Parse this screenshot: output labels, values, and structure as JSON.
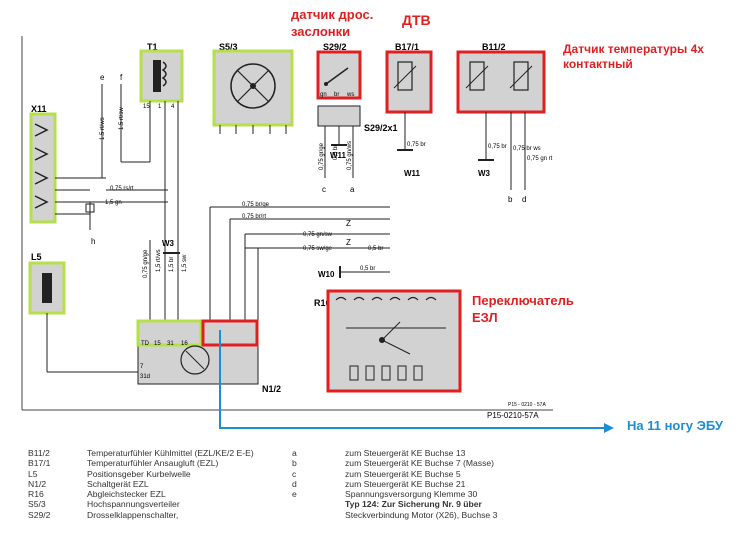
{
  "annotations": {
    "throttle_sensor": "датчик дрос. заслонки",
    "intake_air_sensor": "ДТВ",
    "coolant_sensor": "Датчик температуры 4х контактный",
    "ezl_switch": "Переключатель ЕЗЛ",
    "ecu_pin": "На 11 ногу ЭБУ"
  },
  "components": {
    "T1": "T1",
    "S5_3": "S5/3",
    "S29_2": "S29/2",
    "S29_2x1": "S29/2x1",
    "B17_1": "B17/1",
    "B11_2": "B11/2",
    "X11": "X11",
    "L5": "L5",
    "R16": "R16",
    "N1_2": "N1/2",
    "W3": "W3",
    "W10": "W10",
    "W11": "W11"
  },
  "wire_labels": {
    "rt_ws": "1.5 rt/ws",
    "rt_sw": "1.5 rt/sw",
    "rs_rt": "0,75 rs/rt",
    "gn15": "1,5 gn",
    "br_ge": "0,75 br/ge",
    "br_rt": "0,75 br/rt",
    "gn_sw": "0,75 gn/sw",
    "sw_ge": "0,75 sw/ge",
    "br05": "0,5 br",
    "br05b": "0,5 br",
    "gn_ge": "0,75 gn/ge",
    "rt_ws2": "1,5 rt/ws",
    "br15": "1,5 br",
    "sw15": "1,5 sw",
    "gr_ge": "0,75 gr/ge",
    "br_s29": "0,5 br",
    "gn_ws": "0,75 gn/ws",
    "b17_br": "0,75 br",
    "b11_br_ws": "0,75 br ws",
    "b11_gn_rt": "0,75 gn rt",
    "b11_br": "0,75 br"
  },
  "pin_labels": {
    "s29_gn": "gn",
    "s29_br": "br",
    "s29_ws": "ws",
    "n12_td": "TD",
    "n12_15": "15",
    "n12_31": "31",
    "n12_16": "16",
    "n12_7": "7",
    "n12_31d": "31d",
    "t1_15": "15",
    "t1_1": "1",
    "t1_4": "4",
    "e": "e",
    "f": "f",
    "h": "h",
    "a": "a",
    "c": "c",
    "b": "b",
    "d": "d",
    "z1": "Z",
    "z2": "Z"
  },
  "figure_refs": {
    "inner": "P15 - 0210 - 57A",
    "outer": "P15-0210-57A"
  },
  "legend": {
    "codes": [
      "B11/2",
      "B17/1",
      "L5",
      "N1/2",
      "R16",
      "S5/3",
      "S29/2"
    ],
    "descriptions": [
      "Temperaturfühler Kühlmittel (EZL/KE/2 E-E)",
      "Temperaturfühler Ansaugluft (EZL)",
      "Positionsgeber Kurbelwelle",
      "Schaltgerät EZL",
      "Abgleichstecker EZL",
      "Hochspannungsverteiler",
      "Drosselklappenschalter,"
    ],
    "letters": [
      "a",
      "b",
      "c",
      "d",
      "e",
      "",
      ""
    ],
    "notes": [
      "zum Steuergerät KE Buchse 13",
      "zum Steuergerät KE Buchse 7 (Masse)",
      "zum Steuergerät KE Buchse 5",
      "zum Steuergerät KE Buchse 21",
      "Spannungsversorgung Klemme 30",
      "Typ 124: Zur Sicherung Nr. 9 über",
      "Steckverbindung Motor (X26), Buchse 3"
    ]
  },
  "colors": {
    "annotation_red": "#e02020",
    "highlight_green": "#b6e04a",
    "arrow_blue": "#1a8fd8",
    "paper_gray": "#d2d2d2"
  }
}
